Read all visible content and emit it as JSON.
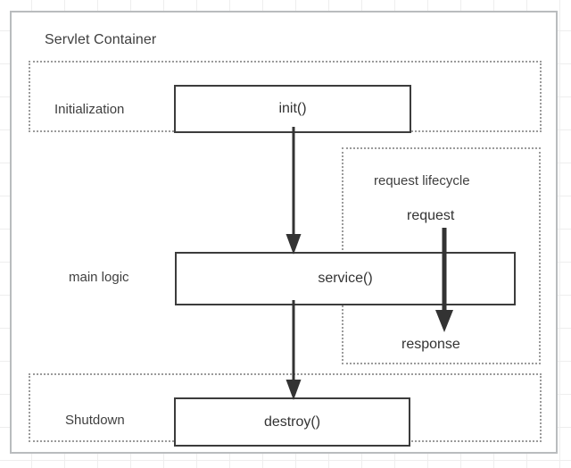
{
  "container": {
    "title": "Servlet Container"
  },
  "sections": [
    {
      "key": "initialization",
      "label": "Initialization"
    },
    {
      "key": "main-logic",
      "label": "main logic"
    },
    {
      "key": "shutdown",
      "label": "Shutdown"
    },
    {
      "key": "request-lifecycle",
      "label": "request lifecycle"
    }
  ],
  "boxes": [
    {
      "key": "init",
      "label": "init()"
    },
    {
      "key": "service",
      "label": "service()"
    },
    {
      "key": "destroy",
      "label": "destroy()"
    }
  ],
  "flow": {
    "request_label": "request",
    "response_label": "response"
  },
  "colors": {
    "page_background": "#ffffff",
    "grid_line": "#eeeeee",
    "container_border": "#b9bcbe",
    "dotted_border": "#9b9b9b",
    "box_border": "#3c3c3c",
    "arrow": "#333333",
    "text": "#3f3f3f"
  }
}
